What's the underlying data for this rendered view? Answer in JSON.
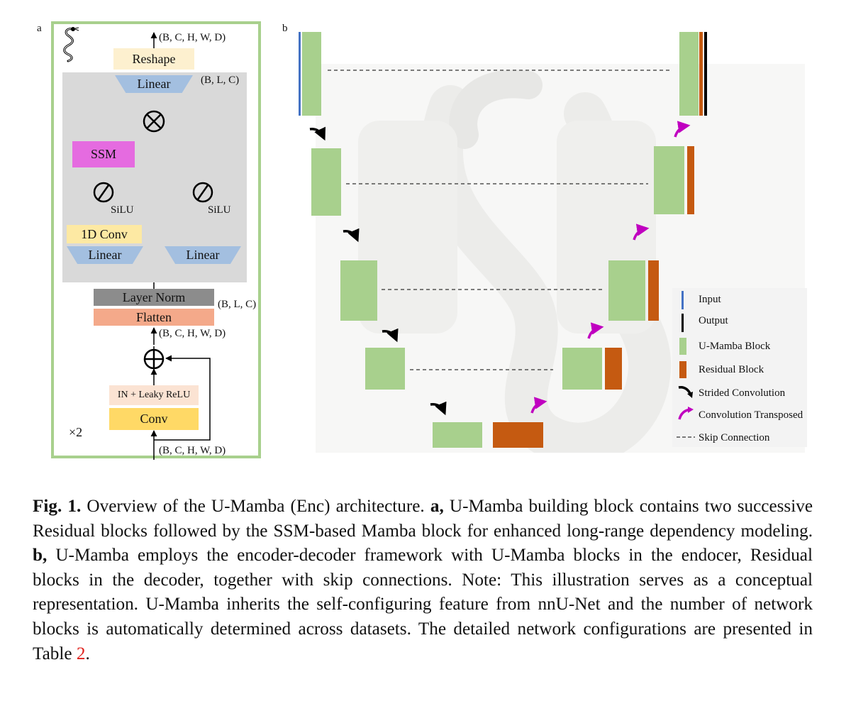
{
  "panel_a": {
    "letter": "a",
    "icon": "snake-icon",
    "shape_top": "(B, C, H, W, D)",
    "reshape": "Reshape",
    "linear_out": "Linear",
    "shape_linear": "(B, L, C)",
    "ssm": "SSM",
    "silu_left": "SiLU",
    "silu_right": "SiLU",
    "conv1d": "1D Conv",
    "linear_left": "Linear",
    "linear_right": "Linear",
    "layer_norm": "Layer Norm",
    "flatten": "Flatten",
    "shape_flatten": "(B, L, C)",
    "shape_mid": "(B, C, H, W, D)",
    "in_leaky": "IN + Leaky ReLU",
    "conv": "Conv",
    "repeat": "×2",
    "shape_bottom": "(B, C, H, W, D)"
  },
  "panel_b": {
    "letter": "b",
    "legend": {
      "input": "Input",
      "output": "Output",
      "umamba": "U-Mamba Block",
      "residual": "Residual Block",
      "strided": "Strided Convolution",
      "transposed": "Convolution Transposed",
      "skip": "Skip Connection"
    }
  },
  "colors": {
    "frame_green": "#a8d08d",
    "gray_panel": "#d9d9d9",
    "reshape": "#fdf0cf",
    "linear_blue": "#a3bfe0",
    "ssm": "#e56be0",
    "conv1d": "#fde9a3",
    "layer_norm": "#8c8c8c",
    "flatten": "#f4a98a",
    "in_leaky": "#fbe3d3",
    "conv": "#ffd966",
    "umamba_block": "#a8d08d",
    "residual_block": "#c55a11",
    "input_line": "#4472c4",
    "output_line": "#000000",
    "transposed_arrow": "#c000c0",
    "table_ref": "#e0201b"
  },
  "caption": {
    "label": "Fig. 1.",
    "text1": " Overview of the U-Mamba (Enc) architecture. ",
    "a_label": "a,",
    "text2": " U-Mamba building block contains two successive Residual blocks followed by the SSM-based Mamba block for enhanced long-range dependency modeling. ",
    "b_label": "b,",
    "text3": " U-Mamba employs the encoder-decoder framework with U-Mamba blocks in the endocer, Residual blocks in the decoder, together with skip connections. Note: This illustration serves as a conceptual representation. U-Mamba inherits the self-configuring feature from nnU-Net and the number of network blocks is automatically determined across datasets. The detailed network configurations are presented in Table ",
    "table_ref": "2",
    "text4": "."
  }
}
